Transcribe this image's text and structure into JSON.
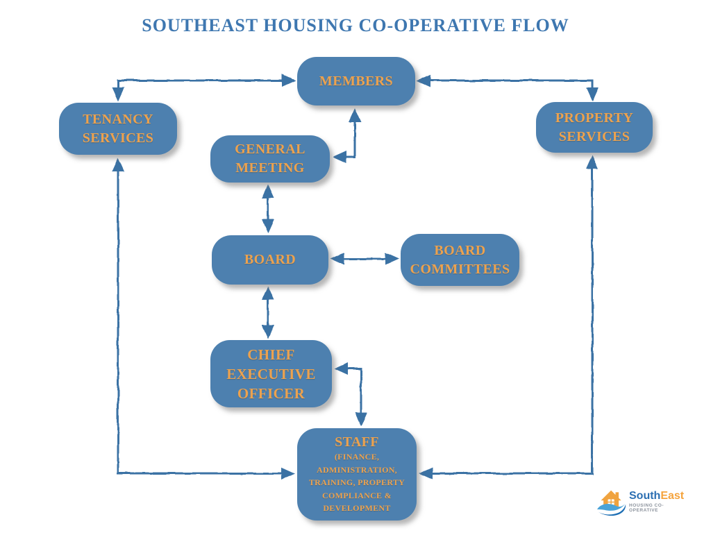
{
  "title": "SOUTHEAST HOUSING CO-OPERATIVE FLOW",
  "nodes": {
    "members": {
      "lines": [
        "MEMBERS"
      ]
    },
    "tenancy_services": {
      "lines": [
        "TENANCY",
        "SERVICES"
      ]
    },
    "property_services": {
      "lines": [
        "PROPERTY",
        "SERVICES"
      ]
    },
    "general_meeting": {
      "lines": [
        "GENERAL",
        "MEETING"
      ]
    },
    "board": {
      "lines": [
        "BOARD"
      ]
    },
    "board_committees": {
      "lines": [
        "BOARD",
        "COMMITTEES"
      ]
    },
    "chief_executive_officer": {
      "lines": [
        "CHIEF",
        "EXECUTIVE",
        "OFFICER"
      ]
    },
    "staff": {
      "title": "STAFF",
      "detail_lines": [
        "(FINANCE,",
        "ADMINISTRATION,",
        "TRAINING, PROPERTY",
        "COMPLIANCE &",
        "DEVELOPMENT"
      ]
    }
  },
  "edges": [
    {
      "from": "MEMBERS",
      "to": "TENANCY SERVICES",
      "type": "double-arrow"
    },
    {
      "from": "MEMBERS",
      "to": "PROPERTY SERVICES",
      "type": "double-arrow"
    },
    {
      "from": "MEMBERS",
      "to": "GENERAL MEETING",
      "type": "double-arrow"
    },
    {
      "from": "GENERAL MEETING",
      "to": "BOARD",
      "type": "double-arrow"
    },
    {
      "from": "BOARD",
      "to": "BOARD COMMITTEES",
      "type": "double-arrow"
    },
    {
      "from": "BOARD",
      "to": "CHIEF EXECUTIVE OFFICER",
      "type": "double-arrow"
    },
    {
      "from": "CHIEF EXECUTIVE OFFICER",
      "to": "STAFF",
      "type": "double-arrow"
    },
    {
      "from": "TENANCY SERVICES",
      "to": "STAFF",
      "type": "double-arrow"
    },
    {
      "from": "PROPERTY SERVICES",
      "to": "STAFF",
      "type": "double-arrow"
    }
  ],
  "logo": {
    "brand_blue": "South",
    "brand_orange": "East",
    "tagline": "HOUSING CO-OPERATIVE"
  },
  "colors": {
    "node_fill": "#4D80AF",
    "node_text": "#ECA24F",
    "arrow": "#3B72A4",
    "title": "#3E77B0",
    "logo_blue": "#2C6FB2",
    "logo_orange": "#F5A33C",
    "logo_gray": "#8B929C"
  }
}
